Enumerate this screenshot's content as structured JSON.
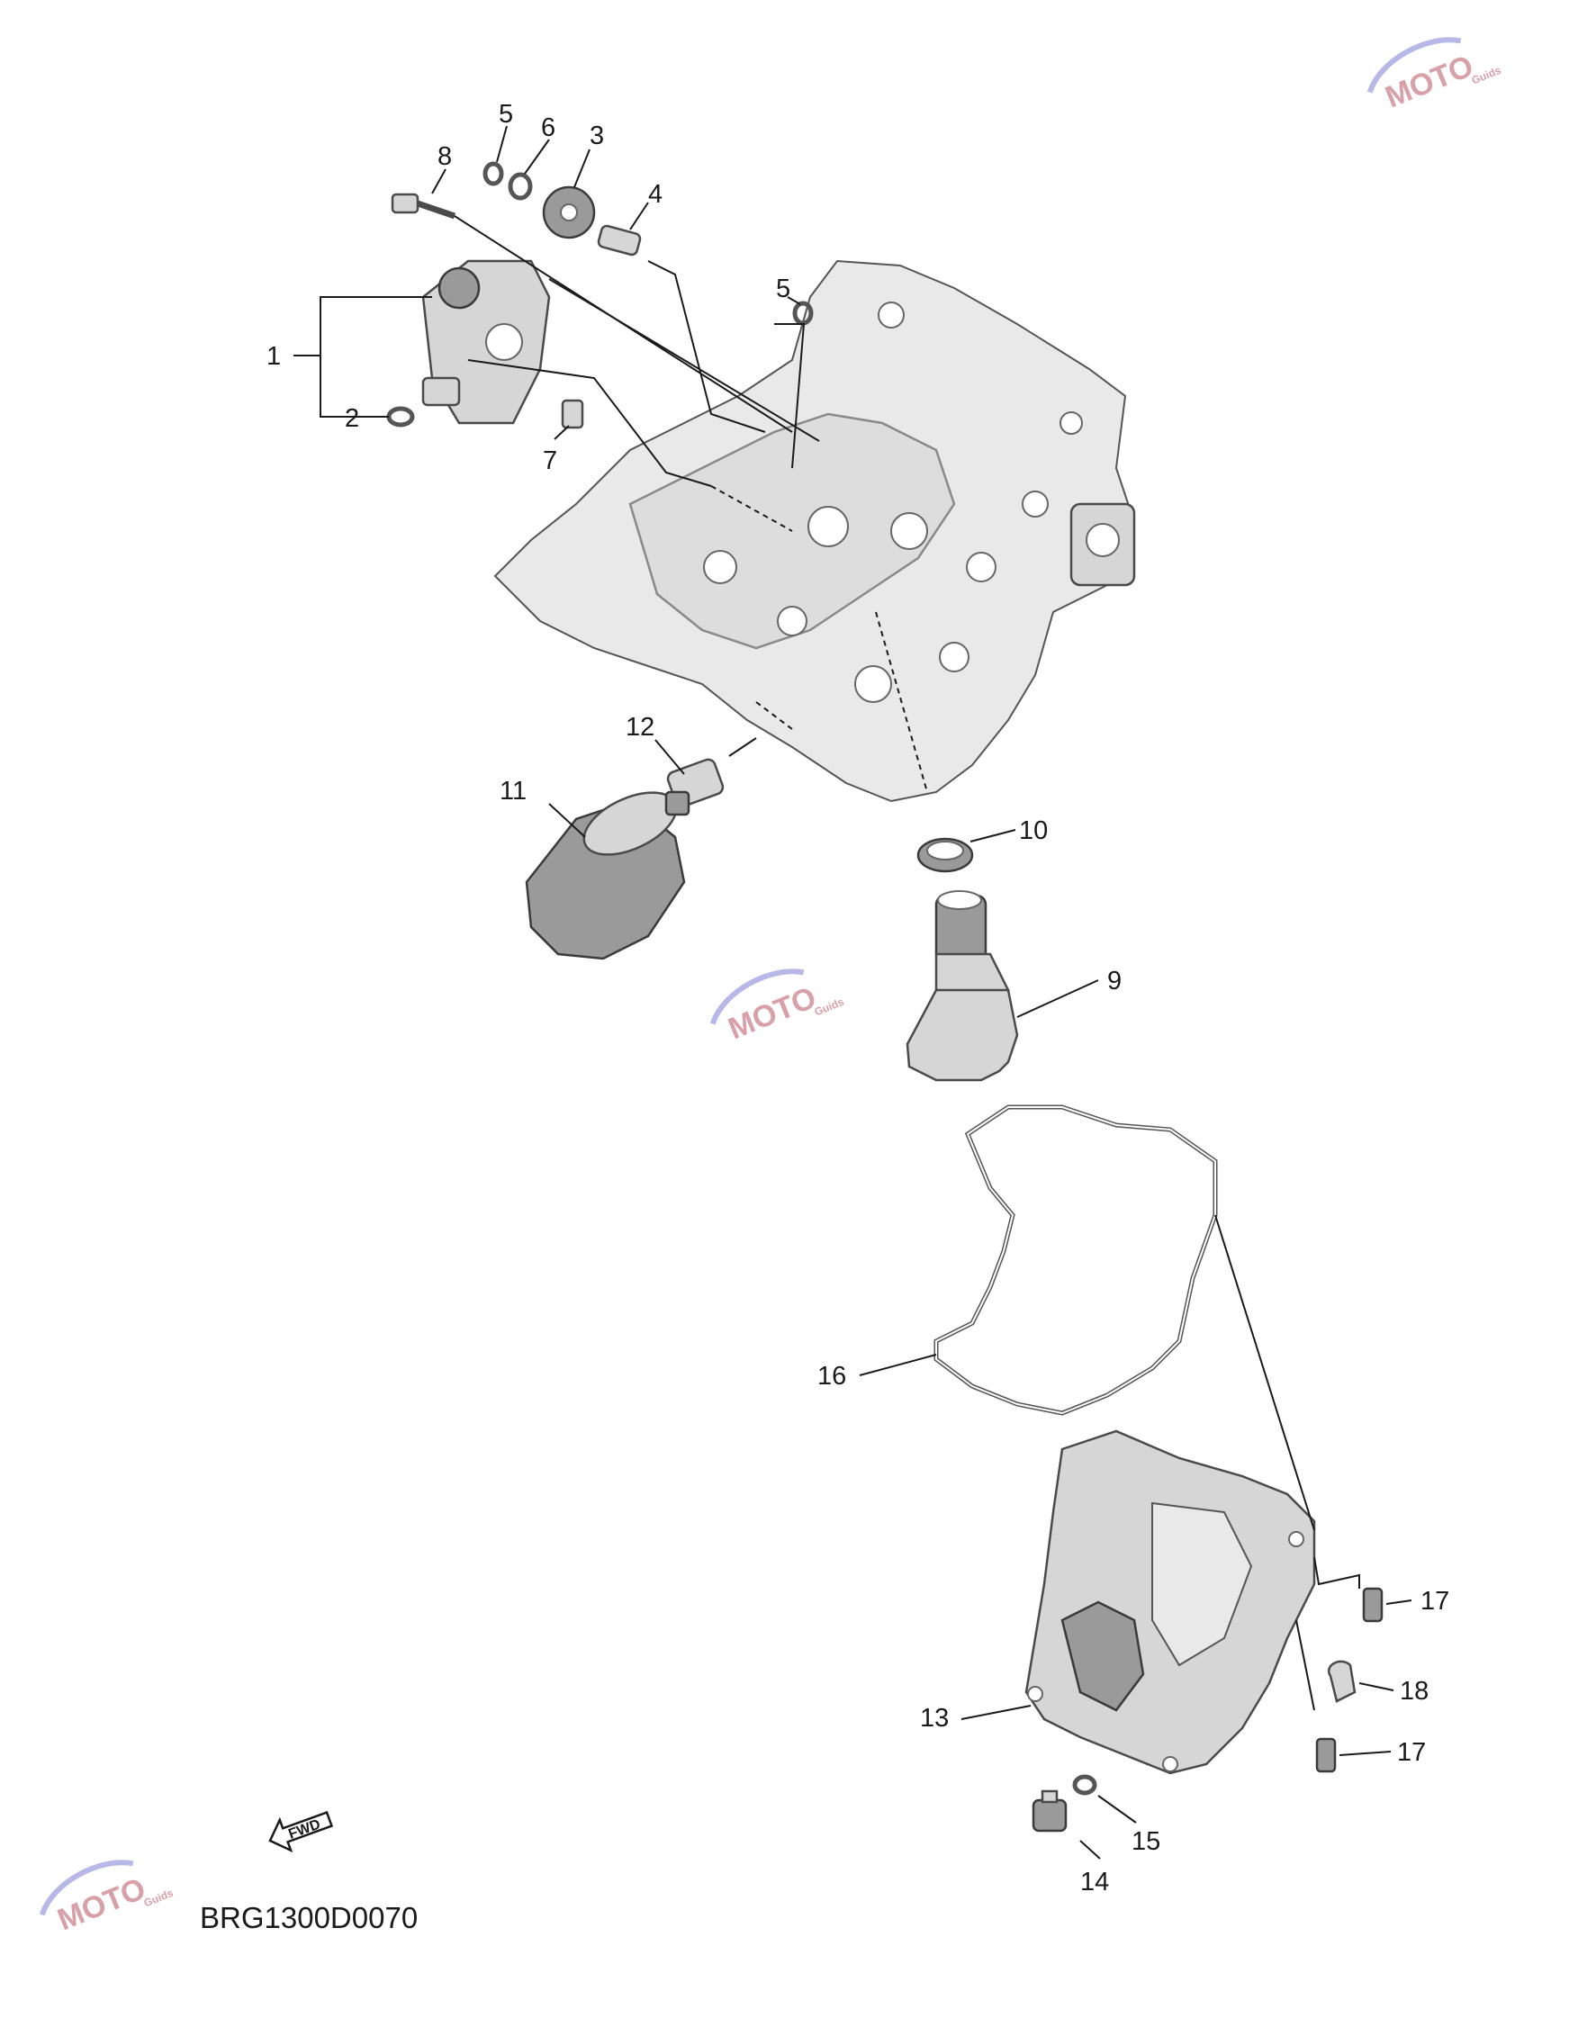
{
  "diagram_code": "BRG1300D0070",
  "fwd_label": "FWD",
  "watermark": {
    "text": "MOTO",
    "subtext": "Guids",
    "color": "#d8a0a8",
    "accent": "#b8b8e8"
  },
  "callouts": [
    "1",
    "2",
    "3",
    "4",
    "5",
    "5",
    "6",
    "7",
    "8",
    "9",
    "10",
    "11",
    "12",
    "13",
    "14",
    "15",
    "16",
    "17",
    "17",
    "18"
  ]
}
